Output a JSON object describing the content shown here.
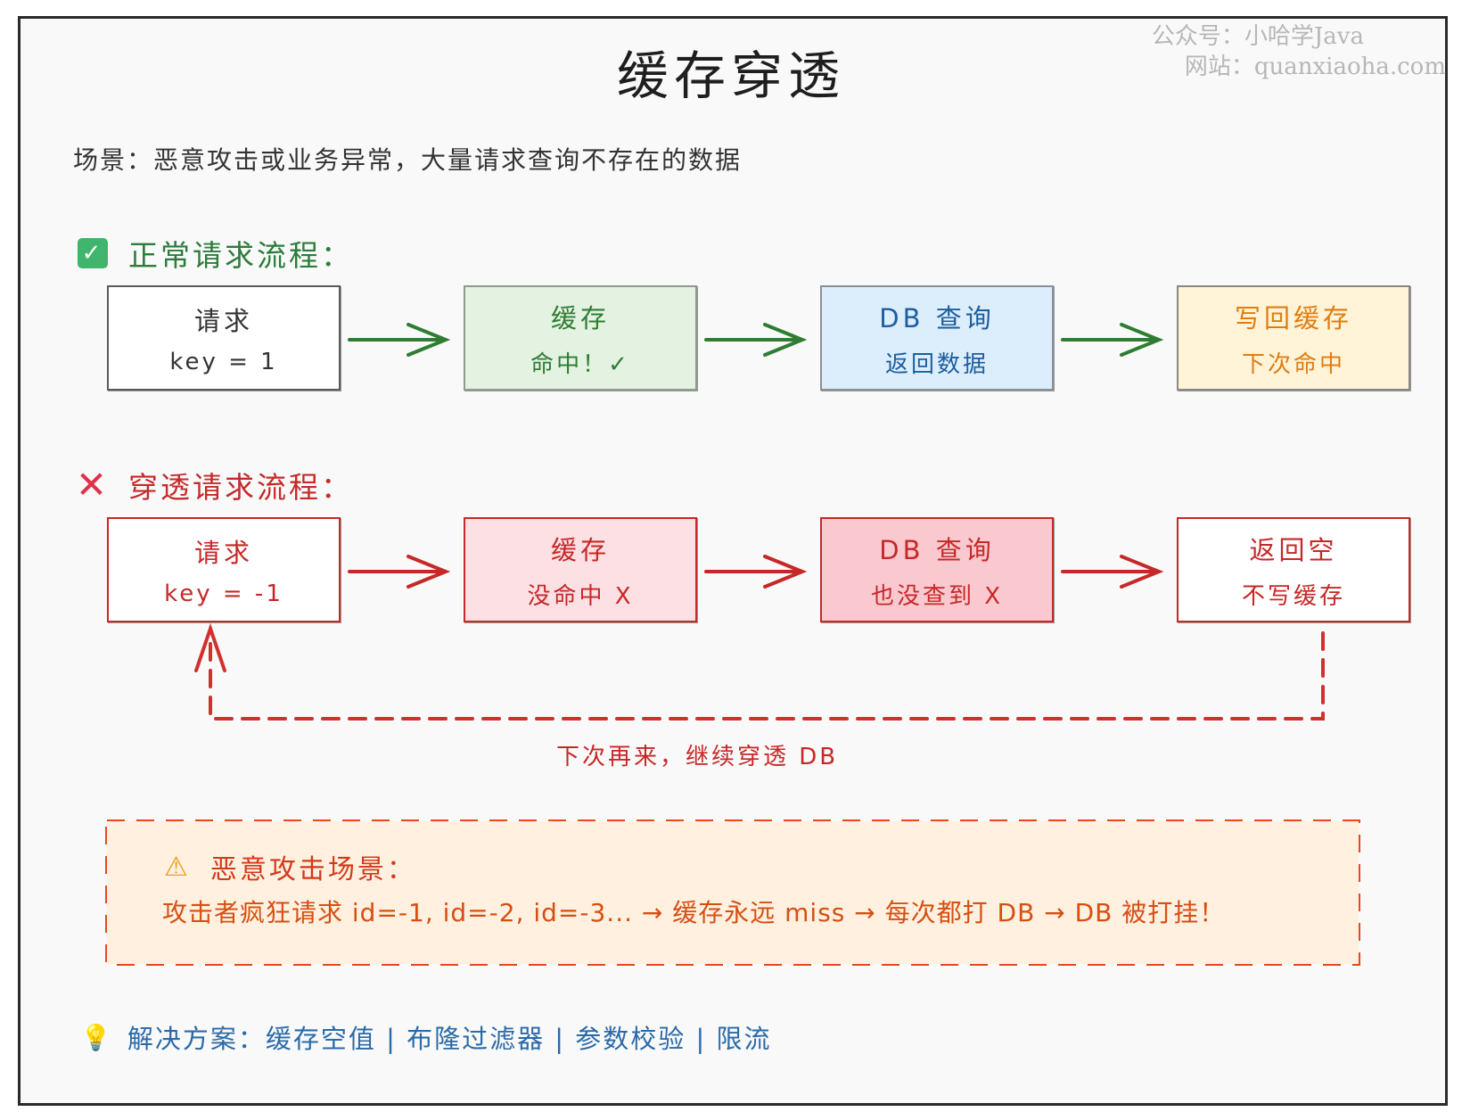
{
  "watermark": {
    "line1": "公众号：小哈学Java",
    "line2": "网站：quanxiaoha.com"
  },
  "title": "缓存穿透",
  "scenario": "场景：恶意攻击或业务异常，大量请求查询不存在的数据",
  "normal_flow": {
    "heading": "正常请求流程：",
    "icon": "check-icon",
    "steps": [
      {
        "line1": "请求",
        "line2": "key = 1"
      },
      {
        "line1": "缓存",
        "line2": "命中！✓"
      },
      {
        "line1": "DB 查询",
        "line2": "返回数据"
      },
      {
        "line1": "写回缓存",
        "line2": "下次命中"
      }
    ]
  },
  "penetration_flow": {
    "heading": "穿透请求流程：",
    "icon": "cross-icon",
    "steps": [
      {
        "line1": "请求",
        "line2": "key = -1"
      },
      {
        "line1": "缓存",
        "line2": "没命中 X"
      },
      {
        "line1": "DB 查询",
        "line2": "也没查到 X"
      },
      {
        "line1": "返回空",
        "line2": "不写缓存"
      }
    ],
    "loop_label": "下次再来，继续穿透 DB"
  },
  "attack": {
    "icon": "warning-icon",
    "title": "恶意攻击场景：",
    "text": "攻击者疯狂请求 id=-1, id=-2, id=-3... → 缓存永远 miss → 每次都打 DB → DB 被打挂！"
  },
  "solution": {
    "icon": "lightbulb-icon",
    "text": "解决方案：缓存空值 | 布隆过滤器 | 参数校验 | 限流"
  },
  "colors": {
    "green": "#2a7d3a",
    "red": "#c62828",
    "blue": "#1c5e9e",
    "orange": "#e07d10"
  }
}
